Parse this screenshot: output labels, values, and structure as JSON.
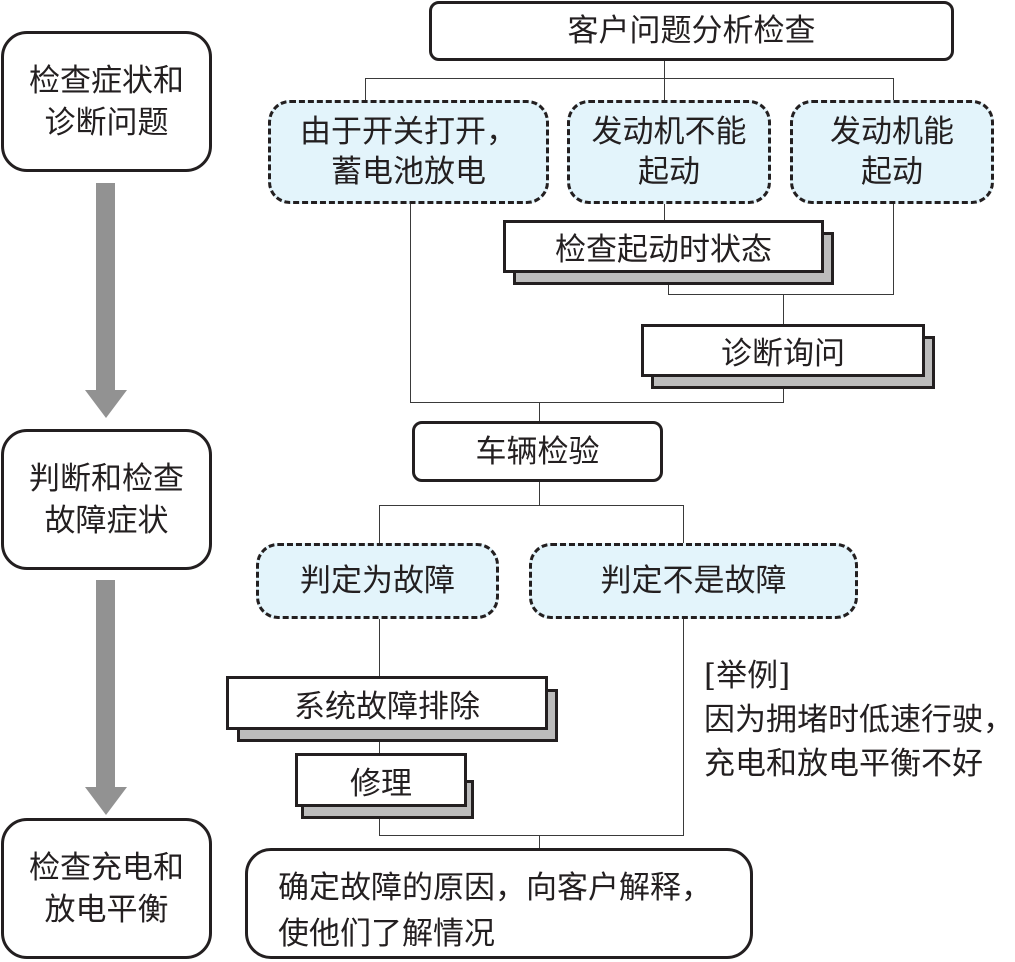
{
  "stages": [
    {
      "label_line1": "检查症状和",
      "label_line2": "诊断问题"
    },
    {
      "label_line1": "判断和检查",
      "label_line2": "故障症状"
    },
    {
      "label_line1": "检查充电和",
      "label_line2": "放电平衡"
    }
  ],
  "flow": {
    "customer_analysis": "客户问题分析检查",
    "case_switch": {
      "line1": "由于开关打开，",
      "line2": "蓄电池放电"
    },
    "case_no_start": {
      "line1": "发动机不能",
      "line2": "起动"
    },
    "case_start": {
      "line1": "发动机能",
      "line2": "起动"
    },
    "check_start_state": "检查起动时状态",
    "diagnostic_inquiry": "诊断询问",
    "vehicle_inspection": "车辆检验",
    "judged_fault": "判定为故障",
    "judged_not_fault": "判定不是故障",
    "system_troubleshoot": "系统故障排除",
    "repair": "修理",
    "conclusion": {
      "line1": "确定故障的原因，向客户解释，",
      "line2": "使他们了解情况"
    }
  },
  "example_note": {
    "title": "[举例]",
    "line1": "因为拥堵时低速行驶，",
    "line2": "充电和放电平衡不好"
  },
  "colors": {
    "dashed_fill": "#e3f4fb",
    "shadow_fill": "#bcbcbc",
    "arrow_fill": "#929292",
    "stroke": "#231f20"
  }
}
